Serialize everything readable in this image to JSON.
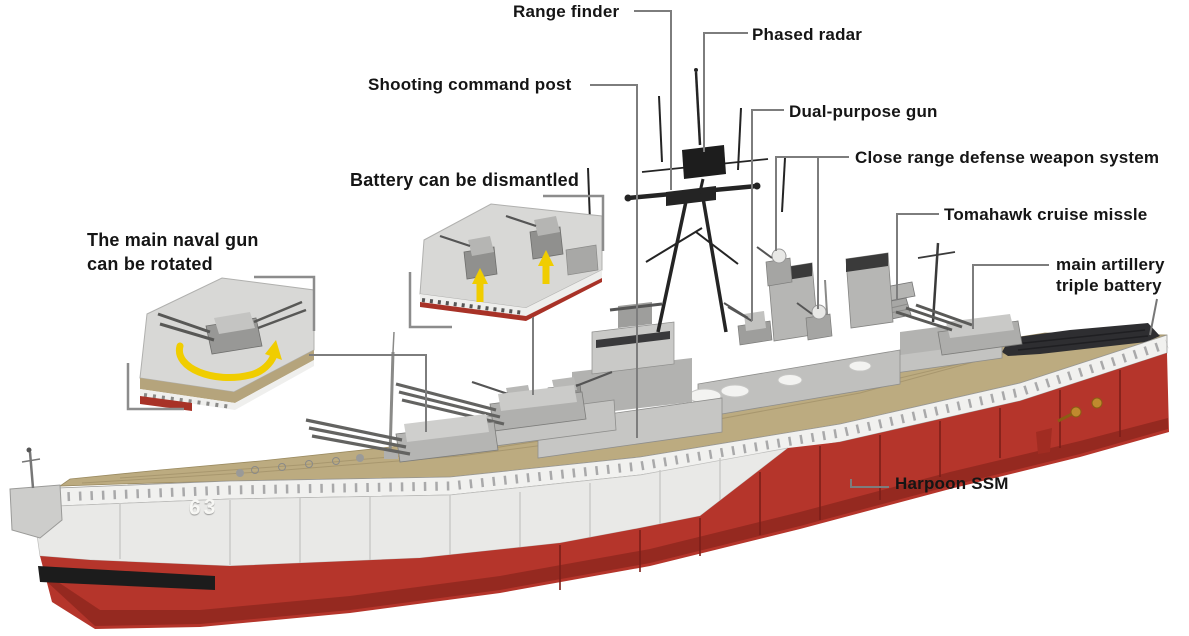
{
  "callouts": {
    "range_finder": "Range finder",
    "phased_radar": "Phased radar",
    "shooting_command_post": "Shooting command post",
    "dual_purpose_gun": "Dual-purpose gun",
    "close_range_defense": "Close range defense weapon system",
    "tomahawk_cruise_missile": "Tomahawk cruise missle",
    "main_artillery": {
      "line1": "main artillery",
      "line2": "triple battery"
    },
    "harpoon_ssm": "Harpoon SSM"
  },
  "insets": {
    "naval_gun": {
      "caption_line1": "The main naval gun",
      "caption_line2": "can be rotated"
    },
    "battery": {
      "caption": "Battery can be dismantled"
    }
  },
  "ship": {
    "hull_number": "63"
  },
  "colors": {
    "background": "#ffffff",
    "hull_red": "#b5352b",
    "hull_red_shadow": "#8f271e",
    "upper_hull_white": "#e9e9e7",
    "waterline_black": "#1c1c1c",
    "deck_tan": "#bcab80",
    "superstructure_gray": "#c0c0be",
    "mast_black": "#242424",
    "helipad_dark": "#2e2e31",
    "label_text": "#151515",
    "leader_line": "#7d7d7d",
    "bracket_gray": "#8c8c8c",
    "highlight_arrow_yellow": "#f0cd00"
  }
}
